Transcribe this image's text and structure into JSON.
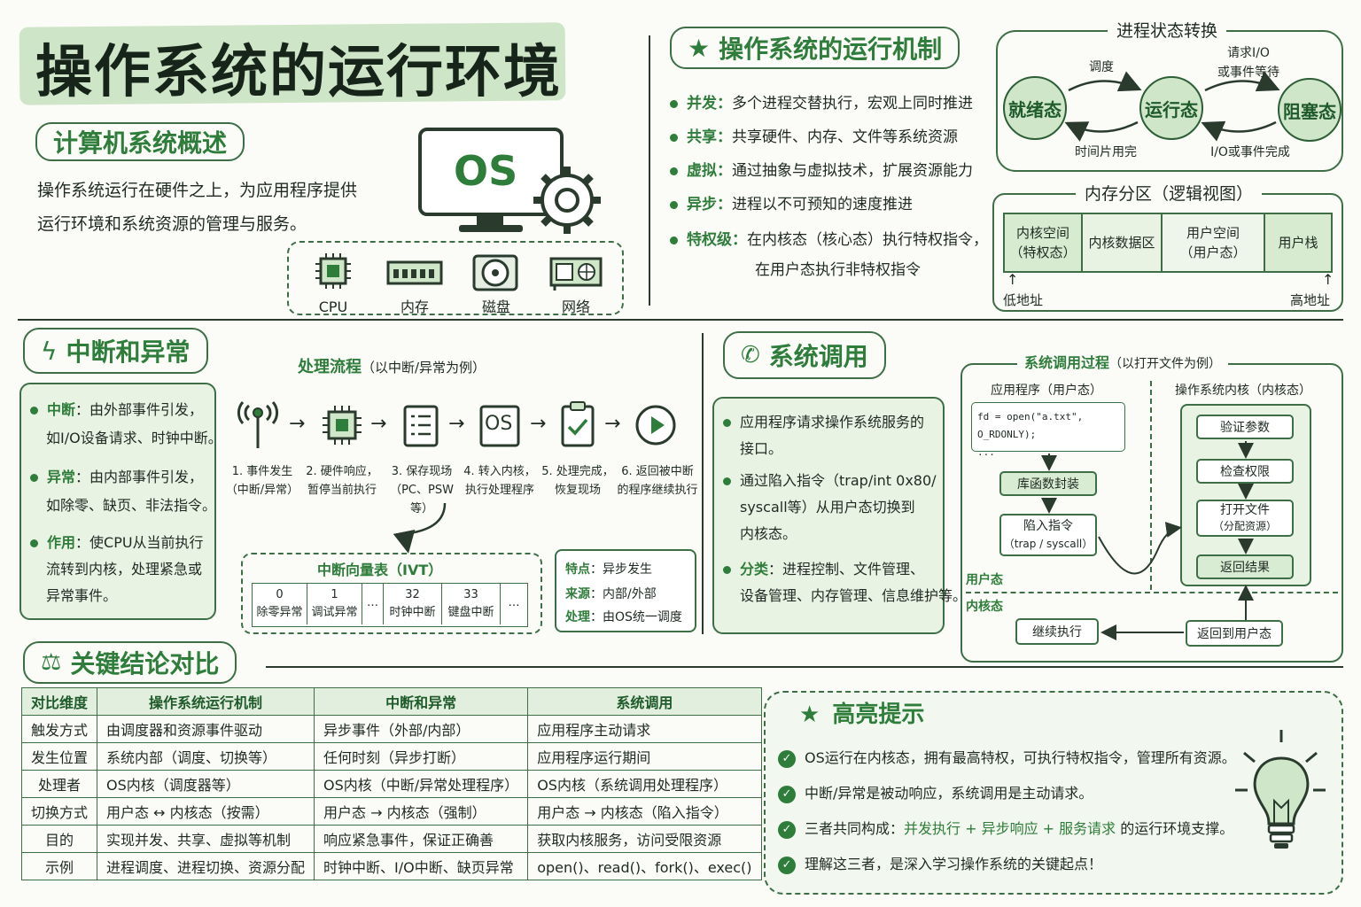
{
  "title": "操作系统的运行环境",
  "overview": {
    "heading": "计算机系统概述",
    "text1": "操作系统运行在硬件之上，为应用程序提供",
    "text2": "运行环境和系统资源的管理与服务。",
    "monitor_label": "OS",
    "hardware": [
      "CPU",
      "内存",
      "磁盘",
      "网络"
    ]
  },
  "mechanism": {
    "heading": "操作系统的运行机制",
    "items": [
      {
        "key": "并发",
        "text": "多个进程交替执行，宏观上同时推进"
      },
      {
        "key": "共享",
        "text": "共享硬件、内存、文件等系统资源"
      },
      {
        "key": "虚拟",
        "text": "通过抽象与虚拟技术，扩展资源能力"
      },
      {
        "key": "异步",
        "text": "进程以不可预知的速度推进"
      },
      {
        "key": "特权级",
        "text": "在内核态（核心态）执行特权指令，"
      }
    ],
    "item5_line2": "在用户态执行非特权指令"
  },
  "process_state": {
    "heading": "进程状态转换",
    "states": [
      "就绪态",
      "运行态",
      "阻塞态"
    ],
    "edges": [
      "调度",
      "时间片用完",
      "请求I/O",
      "或事件等待",
      "I/O或事件完成"
    ]
  },
  "memory": {
    "heading": "内存分区（逻辑视图）",
    "cells": [
      {
        "line1": "内核空间",
        "line2": "（特权态）"
      },
      {
        "line1": "内核数据区",
        "line2": ""
      },
      {
        "line1": "用户空间",
        "line2": "（用户态）"
      },
      {
        "line1": "用户栈",
        "line2": ""
      }
    ],
    "low": "低地址",
    "high": "高地址"
  },
  "interrupt": {
    "heading": "中断和异常",
    "items": [
      {
        "key": "中断",
        "line1": "：由外部事件引发，",
        "line2": "如I/O设备请求、时钟中断。"
      },
      {
        "key": "异常",
        "line1": "：由内部事件引发，",
        "line2": "如除零、缺页、非法指令。"
      },
      {
        "key": "作用",
        "line1": "：使CPU从当前执行",
        "line2": "流转到内核，处理紧急或",
        "line3": "异常事件。"
      }
    ],
    "flow_title": "处理流程",
    "flow_subtitle": "（以中断/异常为例）",
    "steps": [
      {
        "l1": "1. 事件发生",
        "l2": "（中断/异常）"
      },
      {
        "l1": "2. 硬件响应，",
        "l2": "暂停当前执行"
      },
      {
        "l1": "3. 保存现场",
        "l2": "（PC、PSW等）"
      },
      {
        "l1": "4. 转入内核，",
        "l2": "执行处理程序"
      },
      {
        "l1": "5. 处理完成，",
        "l2": "恢复现场"
      },
      {
        "l1": "6. 返回被中断",
        "l2": "的程序继续执行"
      }
    ],
    "ivt_title": "中断向量表（IVT）",
    "ivt": [
      {
        "num": "0",
        "name": "除零异常"
      },
      {
        "num": "1",
        "name": "调试异常"
      },
      {
        "num": "…",
        "name": ""
      },
      {
        "num": "32",
        "name": "时钟中断"
      },
      {
        "num": "33",
        "name": "键盘中断"
      },
      {
        "num": "…",
        "name": ""
      }
    ],
    "features": [
      {
        "key": "特点",
        "val": "：异步发生"
      },
      {
        "key": "来源",
        "val": "：内部/外部"
      },
      {
        "key": "处理",
        "val": "：由OS统一调度"
      }
    ]
  },
  "syscall": {
    "heading": "系统调用",
    "item1_key": "应用程序请求操作系统服务的",
    "item1_l2": "接口。",
    "item2_l1": "通过陷入指令（trap/int 0x80/",
    "item2_l2": "syscall等）从用户态切换到",
    "item2_l3": "内核态。",
    "item3_key": "分类",
    "item3_l1": "：进程控制、文件管理、",
    "item3_l2": "设备管理、内存管理、信息维护等。",
    "process_title": "系统调用过程",
    "process_subtitle": "（以打开文件为例）",
    "app_label": "应用程序（用户态）",
    "kernel_label": "操作系统内核（内核态）",
    "code1": "fd = open(\"a.txt\", O_RDONLY);",
    "code2": "...",
    "lib": "库函数封装",
    "trap1": "陷入指令",
    "trap2": "（trap / syscall）",
    "k1": "验证参数",
    "k2": "检查权限",
    "k3a": "打开文件",
    "k3b": "（分配资源）",
    "k4": "返回结果",
    "user_mode": "用户态",
    "kernel_mode": "内核态",
    "continue": "继续执行",
    "return_user": "返回到用户态"
  },
  "comparison": {
    "heading": "关键结论对比",
    "headers": [
      "对比维度",
      "操作系统运行机制",
      "中断和异常",
      "系统调用"
    ],
    "rows": [
      [
        "触发方式",
        "由调度器和资源事件驱动",
        "异步事件（外部/内部）",
        "应用程序主动请求"
      ],
      [
        "发生位置",
        "系统内部（调度、切换等）",
        "任何时刻（异步打断）",
        "应用程序运行期间"
      ],
      [
        "处理者",
        "OS内核（调度器等）",
        "OS内核（中断/异常处理程序）",
        "OS内核（系统调用处理程序）"
      ],
      [
        "切换方式",
        "用户态 ↔ 内核态（按需）",
        "用户态 → 内核态（强制）",
        "用户态 → 内核态（陷入指令）"
      ],
      [
        "目的",
        "实现并发、共享、虚拟等机制",
        "响应紧急事件，保证正确善",
        "获取内核服务，访问受限资源"
      ],
      [
        "示例",
        "进程调度、进程切换、资源分配",
        "时钟中断、I/O中断、缺页异常",
        "open()、read()、fork()、exec()"
      ]
    ]
  },
  "highlights": {
    "heading": "高亮提示",
    "items": [
      "OS运行在内核态，拥有最高特权，可执行特权指令，管理所有资源。",
      "中断/异常是被动响应，系统调用是主动请求。",
      "理解这三者，是深入学习操作系统的关键起点！"
    ],
    "item3_pre": "三者共同构成：",
    "item3_hl": "并发执行 + 异步响应 + 服务请求",
    "item3_post": " 的运行环境支撑。"
  }
}
